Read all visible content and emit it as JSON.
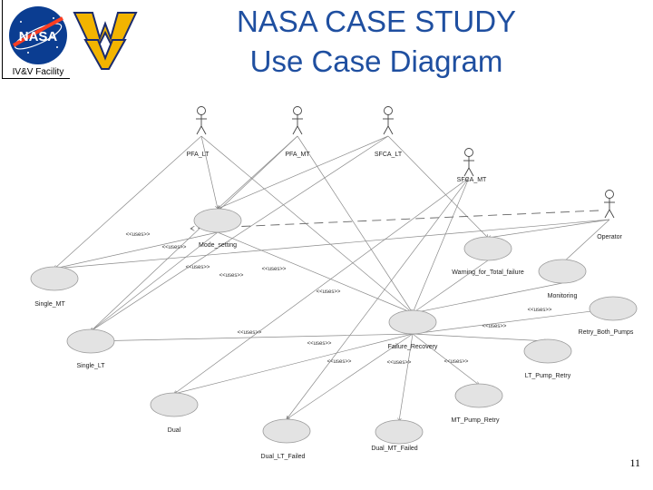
{
  "header": {
    "title_line1": "NASA CASE STUDY",
    "title_line2": "Use Case Diagram",
    "facility": "IV&V Facility",
    "nasa_logo_text": "NASA",
    "wv_logo_text": "WV"
  },
  "diagram": {
    "actors": [
      {
        "label": "PFA_LT"
      },
      {
        "label": "PFA_MT"
      },
      {
        "label": "SFCA_LT"
      },
      {
        "label": "SFCA_MT"
      },
      {
        "label": "Operator"
      }
    ],
    "use_cases": [
      {
        "label": "Mode_setting"
      },
      {
        "label": "Warning_for_Total_failure"
      },
      {
        "label": "Monitoring"
      },
      {
        "label": "Single_MT"
      },
      {
        "label": "Failure_Recovery"
      },
      {
        "label": "Retry_Both_Pumps"
      },
      {
        "label": "Single_LT"
      },
      {
        "label": "LT_Pump_Retry"
      },
      {
        "label": "Dual"
      },
      {
        "label": "MT_Pump_Retry"
      },
      {
        "label": "Dual_LT_Failed"
      },
      {
        "label": "Dual_MT_Failed"
      }
    ],
    "stereotypes": [
      {
        "label": "<<uses>>"
      },
      {
        "label": "<<uses>>"
      },
      {
        "label": "<<uses>>"
      },
      {
        "label": "<<uses>>"
      },
      {
        "label": "<<uses>>"
      },
      {
        "label": "<<uses>>"
      },
      {
        "label": "<<uses>>"
      },
      {
        "label": "<<uses>>"
      },
      {
        "label": "<<uses>>"
      },
      {
        "label": "<<uses>>"
      },
      {
        "label": "<<uses>>"
      },
      {
        "label": "<<uses>>"
      },
      {
        "label": "<<uses>>"
      }
    ]
  },
  "footer": {
    "page_number": "11"
  }
}
